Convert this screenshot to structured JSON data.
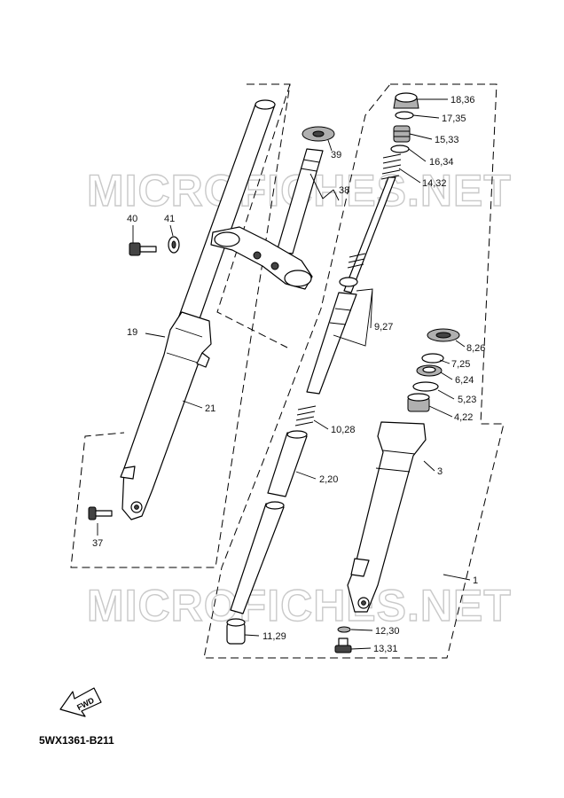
{
  "watermark": "MICROFICHES.NET",
  "diagram_code": "5WX1361-B211",
  "fwd_label": "FWD",
  "labels": {
    "p18_36": "18,36",
    "p17_35": "17,35",
    "p15_33": "15,33",
    "p16_34": "16,34",
    "p14_32": "14,32",
    "p39": "39",
    "p38": "38",
    "p40": "40",
    "p41": "41",
    "p9_27": "9,27",
    "p8_26": "8,26",
    "p7_25": "7,25",
    "p6_24": "6,24",
    "p5_23": "5,23",
    "p4_22": "4,22",
    "p19": "19",
    "p21": "21",
    "p10_28": "10,28",
    "p3": "3",
    "p2_20": "2,20",
    "p37": "37",
    "p1": "1",
    "p12_30": "12,30",
    "p11_29": "11,29",
    "p13_31": "13,31"
  }
}
